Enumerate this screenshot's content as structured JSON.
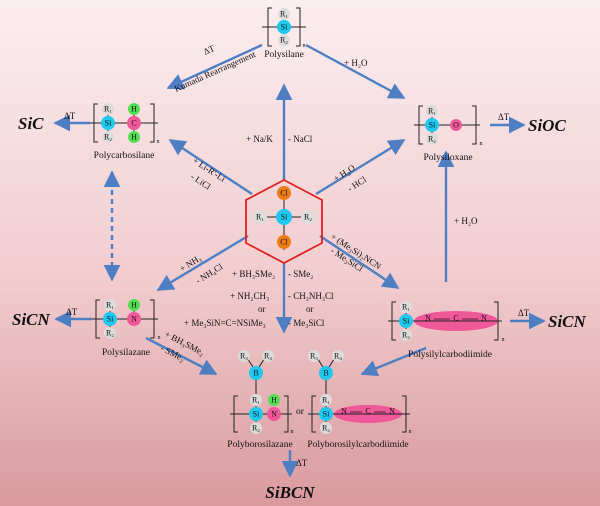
{
  "colors": {
    "si": "#1ec8ef",
    "c": "#f0589a",
    "h": "#52e052",
    "r": "#dcdcdc",
    "cl": "#ef7d1a",
    "b": "#1ec8ef",
    "o": "#f0589a",
    "ncn": "#f0589a",
    "arrow": "#4e7fc2",
    "hexagon": "#e02222",
    "sic": "#d01515",
    "sioc": "#1e8f2e",
    "sicn": "#1a5cc2",
    "sibcn": "#7a1f9e"
  },
  "labels": {
    "polysilane": "Polysilane",
    "polycarbosilane": "Polycarbosilane",
    "polysiloxane": "Polysiloxane",
    "polysilazane": "Polysilazane",
    "polysilylcarbodiimide": "Polysilylcarbodiimide",
    "polyborosilazane": "Polyborosilazane",
    "or_between": "or",
    "polyborosilylcarbodiimide": "Polyborosilylcarbodiimide"
  },
  "ceramics": {
    "sic": "SiC",
    "sioc": "SiOC",
    "sicn_left": "SiCN",
    "sicn_right": "SiCN",
    "sibcn": "SiBCN"
  },
  "conditions": {
    "delta_t": "ΔT",
    "kumada": "Kumada Rearrangement",
    "water": "+ H₂O",
    "na_k": "+ Na/K",
    "nacl": "- NaCl",
    "li_r_li": "+ Li-R'-Li",
    "licl": "- LiCl",
    "h2o_center": "+ H₂O",
    "hcl": "- HCl",
    "nh3": "+ NH₃",
    "nh4cl": "- NH₄Cl",
    "me3si2ncn": "+ (Me₃Si)₂NCN",
    "me3sicl_right": "- Me₃SiCl",
    "bh3sme2": "+ BH₃SMe₂",
    "sme2": "- SMe₂",
    "nh2ch3": "+ NH₂CH₃",
    "ch3nh3cl": "- CH₃NH₃Cl",
    "or1": "or",
    "or2": "or",
    "me3sincn": "+ Me₃SiN=C=NSiMe₃",
    "me3sicl_center": "- Me₃SiCl",
    "bh3sme2_left": "+ BH₃SMe₂",
    "sme2_left": "- SMe₂",
    "h2o_right": "+ H₂O"
  },
  "atoms": {
    "si": "Si",
    "c": "C",
    "h": "H",
    "n": "N",
    "o": "O",
    "b": "B",
    "cl": "Cl",
    "r1": "R₁",
    "r2": "R₂",
    "r3": "R₃",
    "r4": "R₄",
    "n_sub": "n"
  }
}
